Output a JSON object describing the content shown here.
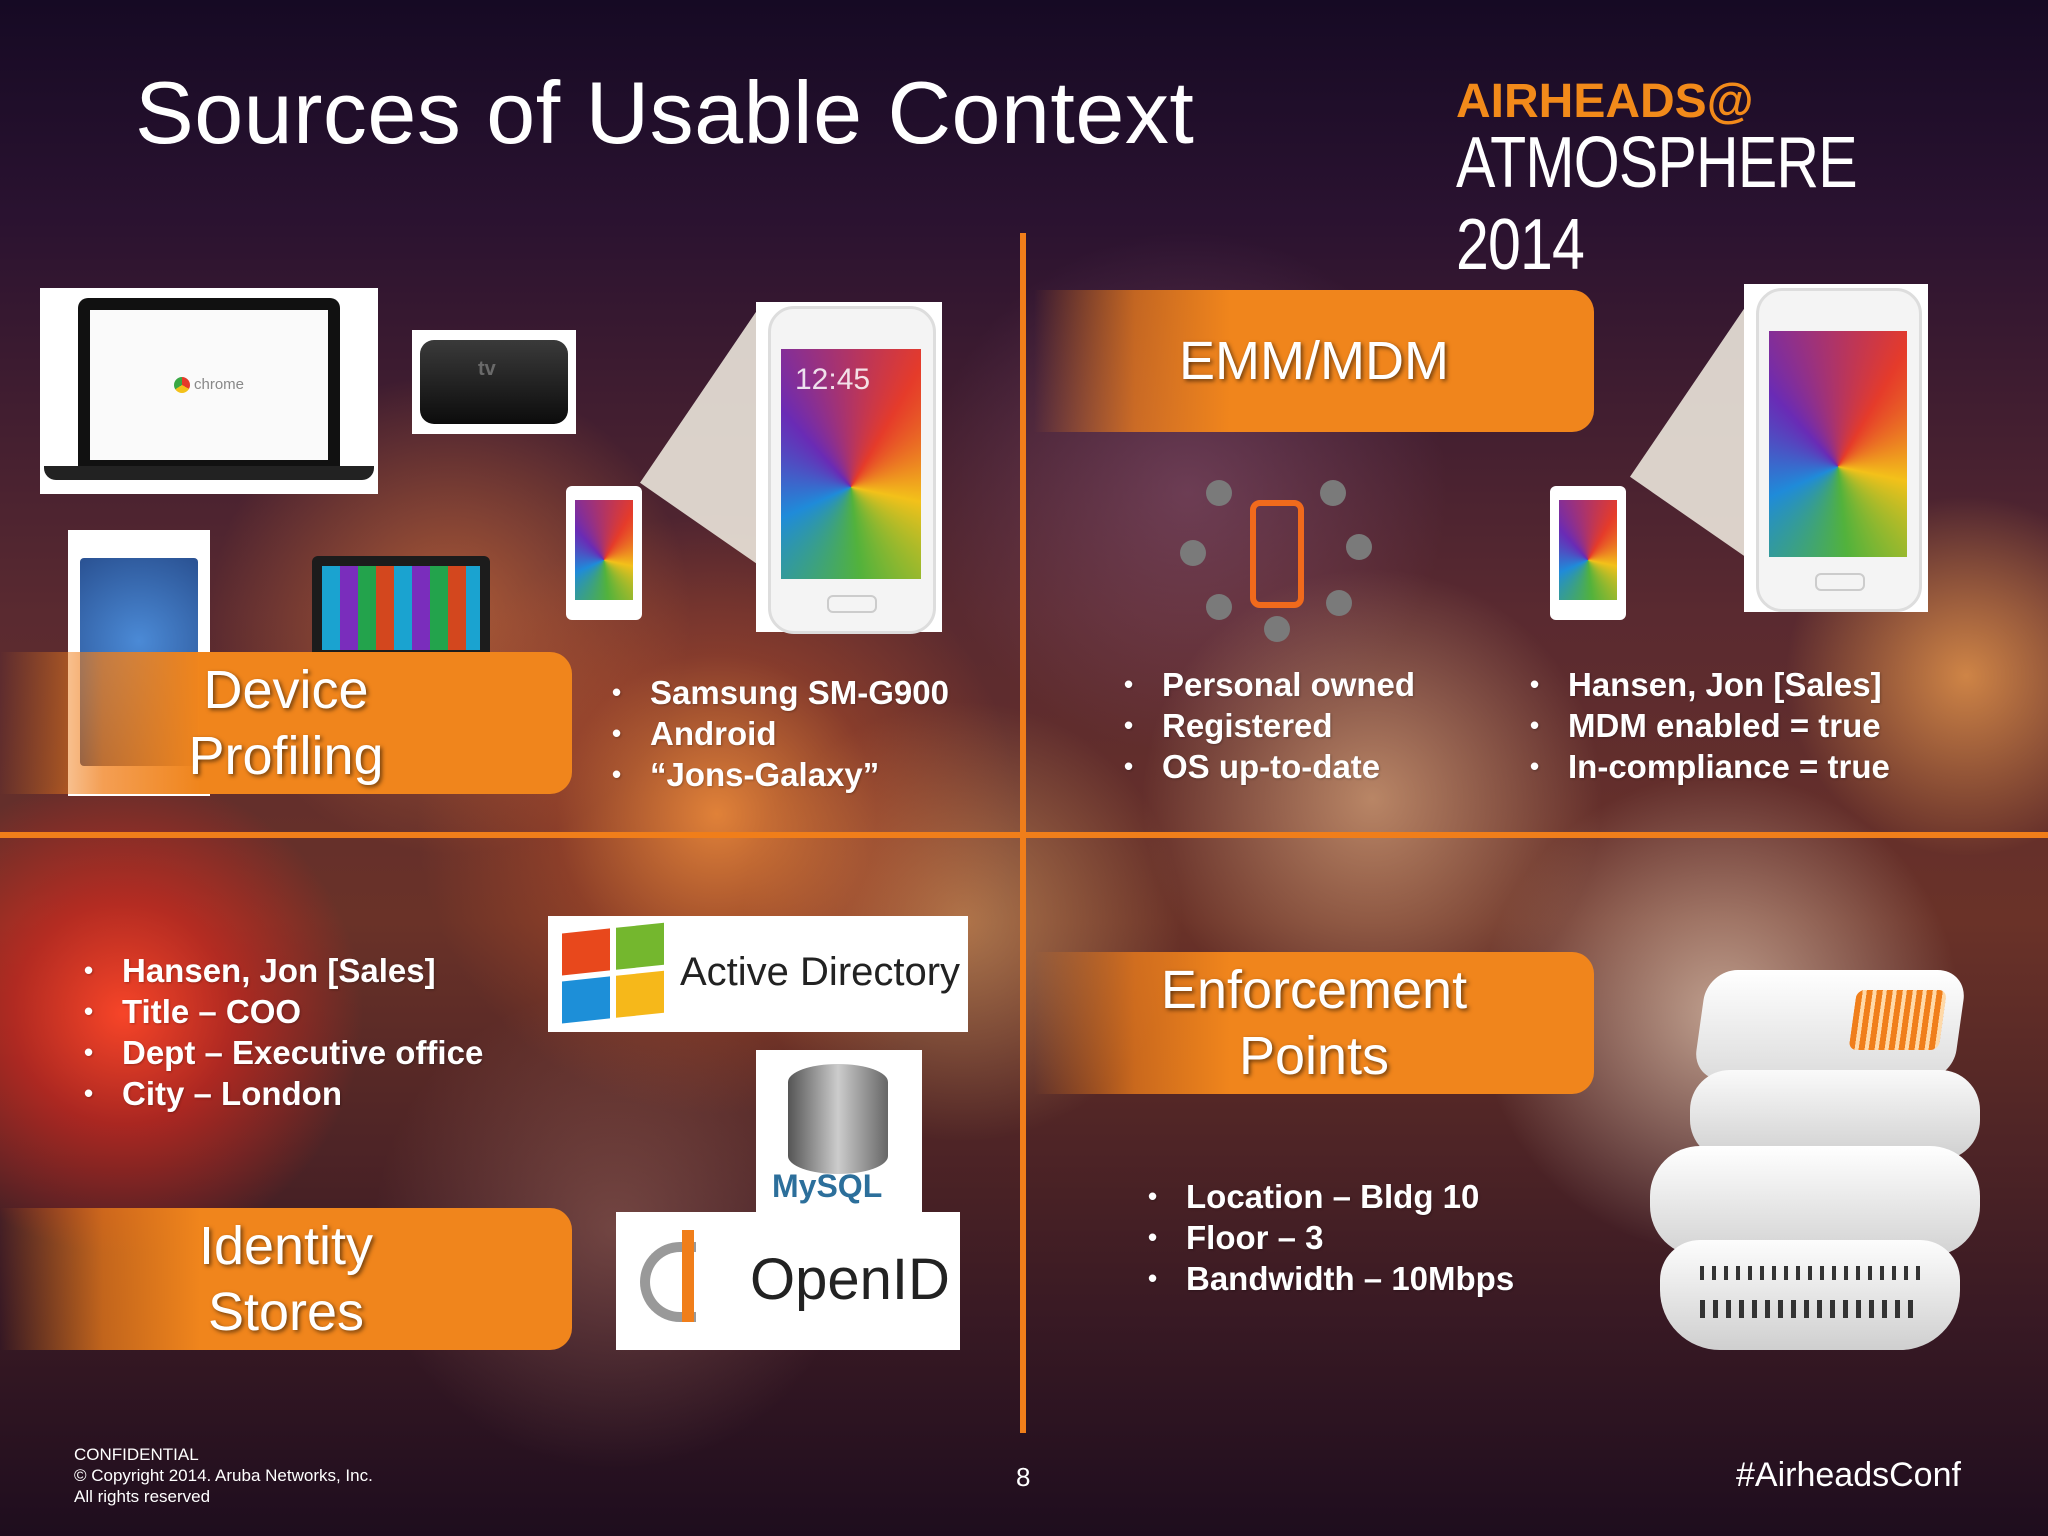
{
  "header": {
    "title": "Sources of Usable Context",
    "logo_top": "AIRHEADS@",
    "logo_bottom": "ATMOSPHERE 2014"
  },
  "quadrants": {
    "device_profiling": {
      "label_line1": "Device",
      "label_line2": "Profiling",
      "bullets": [
        "Samsung SM-G900",
        "Android",
        "“Jons-Galaxy”"
      ]
    },
    "emm_mdm": {
      "label": "EMM/MDM",
      "bullets_left": [
        "Personal owned",
        "Registered",
        "OS up-to-date"
      ],
      "bullets_right": [
        "Hansen, Jon [Sales]",
        "MDM enabled = true",
        "In-compliance = true"
      ]
    },
    "identity_stores": {
      "label_line1": "Identity",
      "label_line2": "Stores",
      "bullets": [
        "Hansen, Jon [Sales]",
        "Title – COO",
        "Dept – Executive office",
        "City – London"
      ],
      "logos": {
        "active_directory": "Active Directory",
        "mysql": "MySQL",
        "openid": "OpenID"
      }
    },
    "enforcement_points": {
      "label_line1": "Enforcement",
      "label_line2": "Points",
      "bullets": [
        "Location – Bldg 10",
        "Floor – 3",
        "Bandwidth – 10Mbps"
      ]
    }
  },
  "images": {
    "chromebook_text": "chrome",
    "appletv_text": "tv",
    "phone_time": "12:45"
  },
  "footer": {
    "confidential": "CONFIDENTIAL",
    "copyright": "© Copyright 2014. Aruba Networks, Inc.",
    "rights": "All rights reserved",
    "page_number": "8",
    "hashtag": "#AirheadsConf"
  },
  "colors": {
    "accent_orange": "#f0851c",
    "logo_orange": "#f28a1a"
  }
}
